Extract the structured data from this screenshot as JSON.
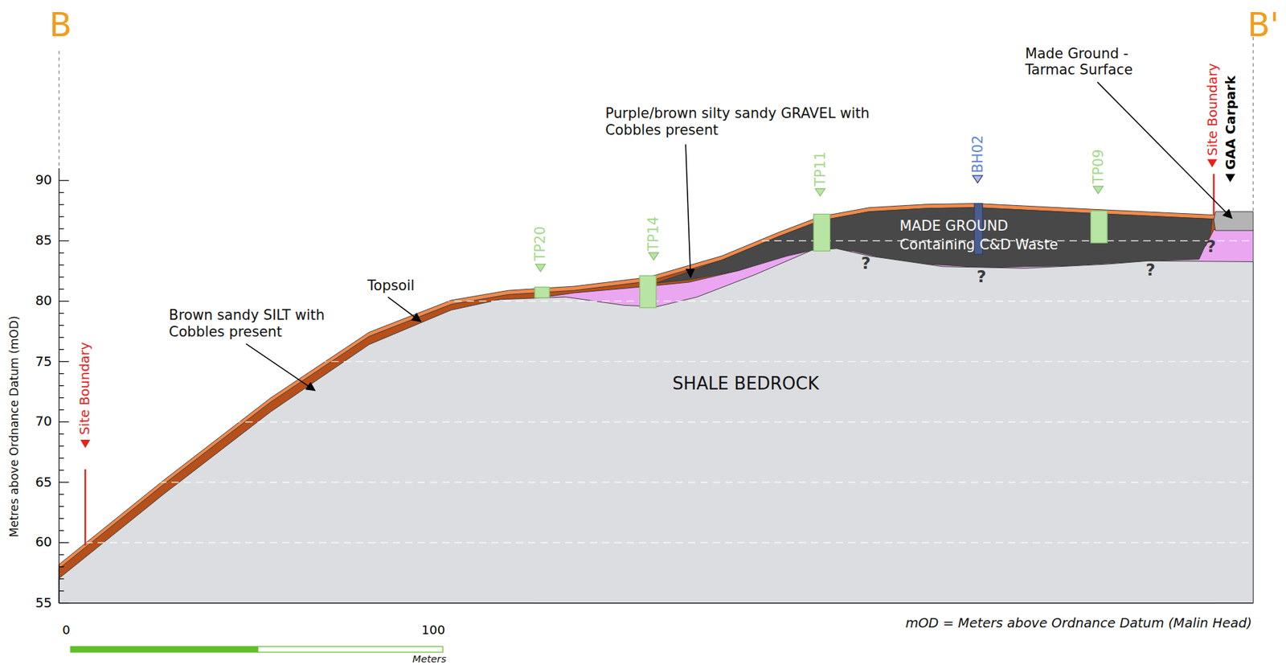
{
  "diagram": {
    "nodes": [
      {
        "text": [
          "SHALE BEDROCK"
        ]
      },
      {
        "text": [
          "MADE GROUND",
          "Containing C&D Waste"
        ]
      }
    ],
    "labels": [
      "B",
      "B'",
      "Made Ground - Tarmac Surface",
      "Site Boundary",
      "GAA Carpark",
      "Purple/brown silty sandy GRAVEL with Cobbles present",
      "TP11",
      "BH02",
      "TP09",
      "90",
      "TP20",
      "TP14",
      "85",
      "?",
      "?",
      "?",
      "?",
      "80",
      "Topsoil",
      "Brown sandy SILT with Cobbles present",
      "75",
      "Site Boundary",
      "70",
      "65",
      "60",
      "Metres above Ordnance Datum (mOD)",
      "55",
      "0",
      "100",
      "mOD = Meters above Ordnance Datum (Malin Head)",
      "Meters"
    ]
  }
}
